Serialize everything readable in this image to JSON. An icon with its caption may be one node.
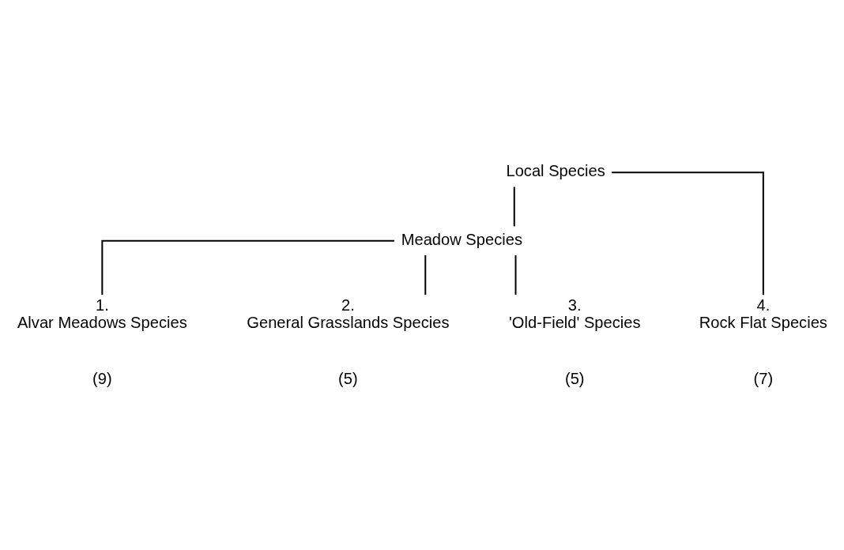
{
  "diagram": {
    "nodes": [
      {
        "text": [
          "Local Species"
        ]
      },
      {
        "text": [
          "Meadow Species"
        ]
      },
      {
        "text": [
          "1.",
          "Alvar Meadows Species"
        ],
        "beside": [
          "(9)"
        ]
      },
      {
        "text": [
          "2.",
          "General Grasslands Species"
        ],
        "beside": [
          "(5)"
        ]
      },
      {
        "text": [
          "3.",
          "'Old-Field' Species"
        ],
        "beside": [
          "(5)"
        ]
      },
      {
        "text": [
          "4.",
          "Rock Flat Species"
        ],
        "beside": [
          "(7)"
        ]
      }
    ],
    "edges": [
      {
        "from": 0,
        "to": 1,
        "arrow": "none"
      },
      {
        "from": 0,
        "to": 5,
        "arrow": "none"
      },
      {
        "from": 1,
        "to": 2,
        "arrow": "none"
      },
      {
        "from": 1,
        "to": 3,
        "arrow": "none"
      },
      {
        "from": 1,
        "to": 4,
        "arrow": "none"
      }
    ]
  }
}
